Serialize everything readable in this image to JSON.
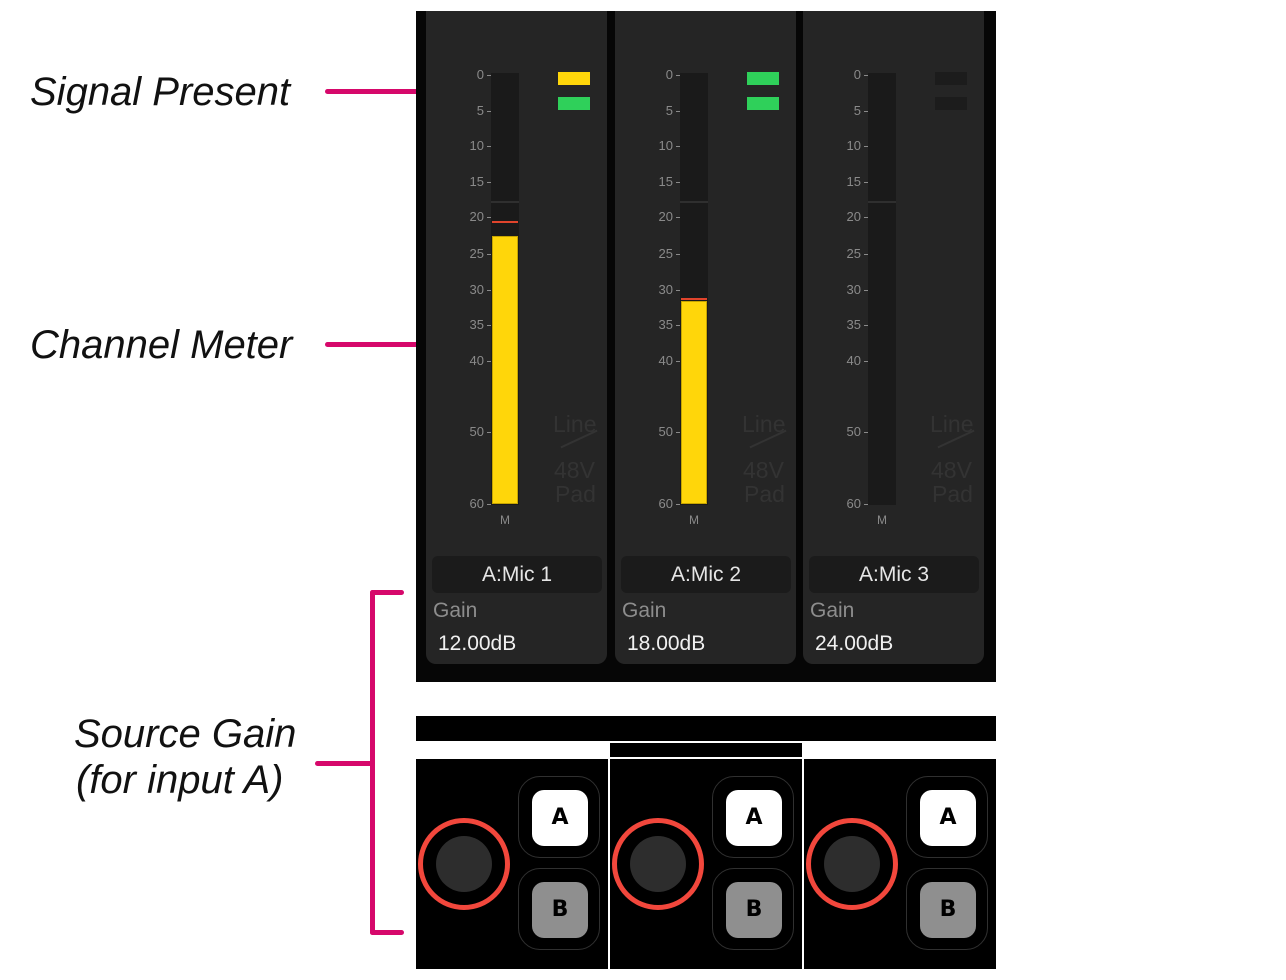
{
  "annotations": {
    "signal_present": "Signal Present",
    "channel_meter": "Channel Meter",
    "source_gain_line1": "Source Gain",
    "source_gain_line2": "(for input A)",
    "accent_color": "#d6086b"
  },
  "meter_scale": [
    "0",
    "5",
    "10",
    "15",
    "20",
    "25",
    "30",
    "35",
    "40",
    "50",
    "60"
  ],
  "channels": [
    {
      "name": "A:Mic 1",
      "gain_label": "Gain",
      "gain_value": "12.00dB",
      "meter_level_db": 22.5,
      "peak_db": 20.5,
      "meter_label": "M",
      "led_top": "yellow",
      "led_bottom": "green",
      "flags": {
        "line": "Line",
        "phantom": "48V",
        "pad": "Pad"
      },
      "input_buttons": {
        "a": "A",
        "b": "B",
        "selected": "A"
      }
    },
    {
      "name": "A:Mic 2",
      "gain_label": "Gain",
      "gain_value": "18.00dB",
      "meter_level_db": 31.5,
      "peak_db": 31.2,
      "meter_label": "M",
      "led_top": "green",
      "led_bottom": "green",
      "flags": {
        "line": "Line",
        "phantom": "48V",
        "pad": "Pad"
      },
      "input_buttons": {
        "a": "A",
        "b": "B",
        "selected": "A"
      }
    },
    {
      "name": "A:Mic 3",
      "gain_label": "Gain",
      "gain_value": "24.00dB",
      "meter_level_db": null,
      "peak_db": null,
      "meter_label": "M",
      "led_top": "off",
      "led_bottom": "off",
      "flags": {
        "line": "Line",
        "phantom": "48V",
        "pad": "Pad"
      },
      "input_buttons": {
        "a": "A",
        "b": "B",
        "selected": "A"
      }
    }
  ],
  "colors": {
    "meter_fill": "#ffd60a",
    "led_yellow": "#ffd60a",
    "led_green": "#2fd05a",
    "led_off": "#1c1c1c",
    "peak": "#e0442c",
    "knob_ring": "#f2473c"
  }
}
